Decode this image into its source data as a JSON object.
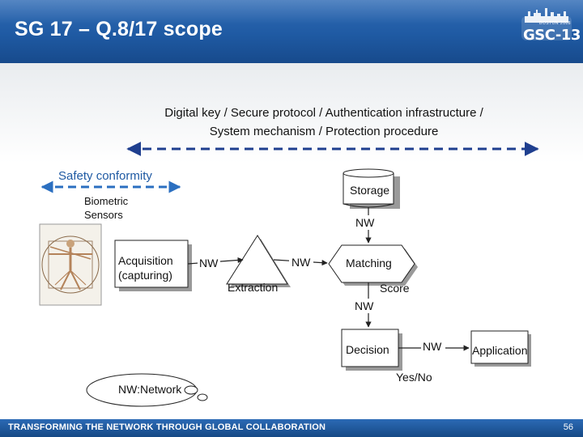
{
  "slide": {
    "title": "SG 17 – Q.8/17 scope",
    "logo_text": "GSC-13",
    "logo_sub": "BOSTON 2008",
    "footer": "TRANSFORMING THE NETWORK THROUGH GLOBAL COLLABORATION",
    "page_number": "56"
  },
  "scope": {
    "line1": "Digital key / Secure protocol / Authentication infrastructure /",
    "line2": "System mechanism / Protection procedure",
    "safety": "Safety conformity"
  },
  "diagram": {
    "sensors_line1": "Biometric",
    "sensors_line2": "Sensors",
    "acquisition_line1": "Acquisition",
    "acquisition_line2": "(capturing)",
    "extraction": "Extraction",
    "storage": "Storage",
    "matching": "Matching",
    "score": "Score",
    "decision": "Decision",
    "application": "Application",
    "yes_no": "Yes/No",
    "nw": "NW",
    "legend": "NW:Network"
  },
  "colors": {
    "header": "#1f5aa3",
    "arrow": "#1f3f8f",
    "safety_arrow": "#2b6fc0",
    "accent_text": "#1f5aa3"
  },
  "icons": [
    "vitruvian-man-image",
    "storage-cylinder-icon",
    "callout-cloud-icon"
  ]
}
